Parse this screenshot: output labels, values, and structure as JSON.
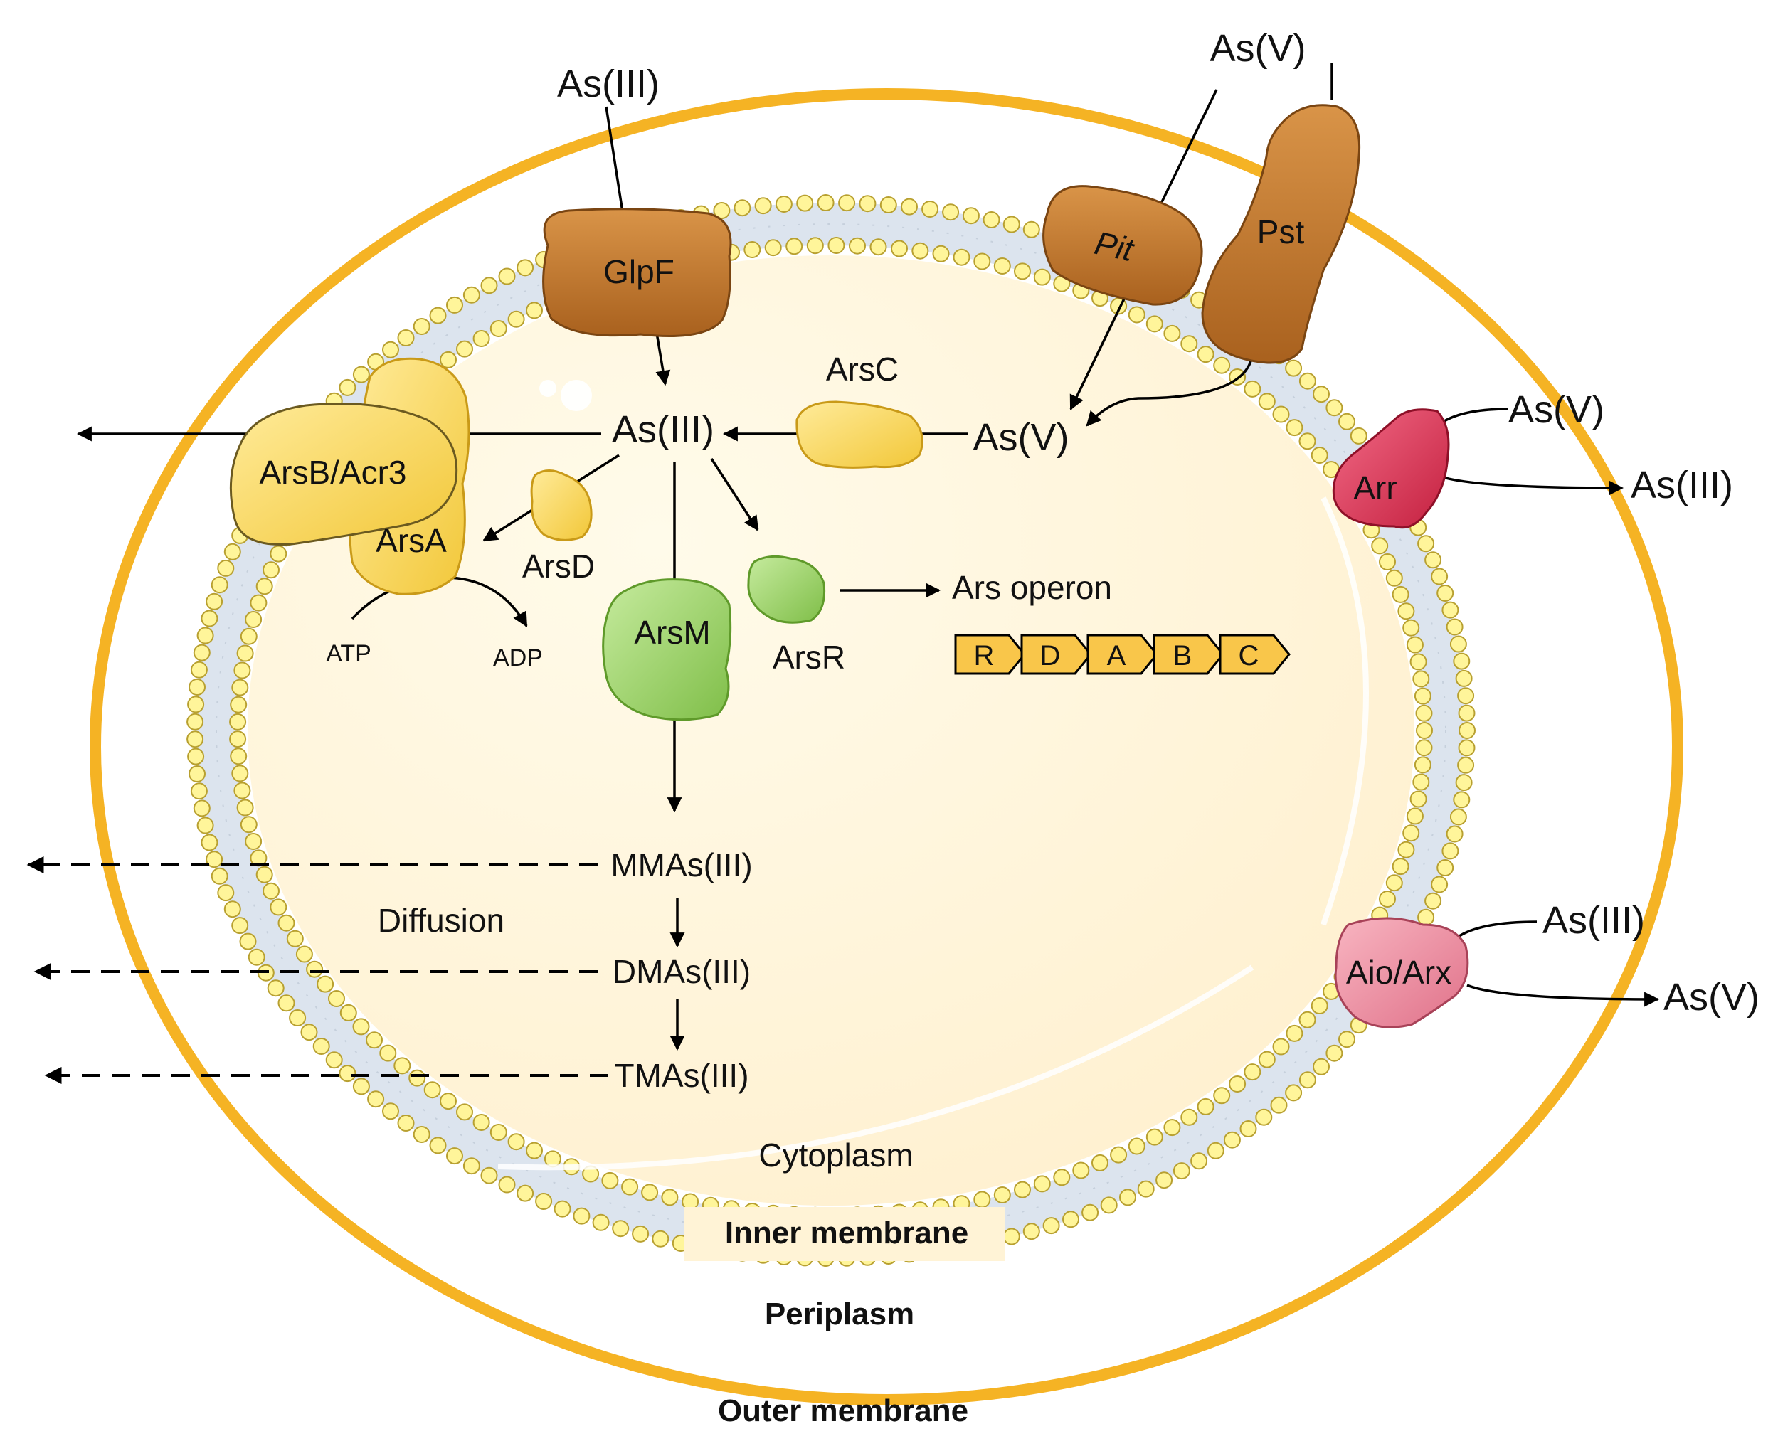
{
  "labels": {
    "glpf_in": "As(III)",
    "pit_pst_in": "As(V)",
    "glpf": "GlpF",
    "pit": "Pit",
    "pst": "Pst",
    "arsc": "ArsC",
    "asiii_center": "As(III)",
    "asv_center": "As(V)",
    "arsb": "ArsB/Acr3",
    "arsa": "ArsA",
    "arsd": "ArsD",
    "arsm": "ArsM",
    "arsr": "ArsR",
    "ars_operon": "Ars operon",
    "atp": "ATP",
    "adp": "ADP",
    "arr": "Arr",
    "arr_in": "As(V)",
    "arr_out": "As(III)",
    "aio": "Aio/Arx",
    "aio_in": "As(III)",
    "aio_out": "As(V)",
    "mmas": "MMAs(III)",
    "dmas": "DMAs(III)",
    "tmas": "TMAs(III)",
    "diffusion": "Diffusion",
    "cytoplasm": "Cytoplasm",
    "inner_membrane": "Inner membrane",
    "periplasm": "Periplasm",
    "outer_membrane": "Outer membrane"
  },
  "operon_genes": [
    "R",
    "D",
    "A",
    "B",
    "C"
  ],
  "colors": {
    "outer_membrane": "#F5B324",
    "periplasm_bg": "#FFFFFF",
    "cytoplasm": "#FFF3D6",
    "lipid_head": "#FFF59A",
    "lipid_head_stroke": "#B8A030",
    "lipid_tail": "#DCE4EE",
    "transporter_brown": "#C27A2C",
    "yellow_protein": "#FFDD66",
    "green_protein": "#9ED56E",
    "arr_red": "#E0405E",
    "aio_pink": "#EE8FA0",
    "gene_box": "#F9C64A"
  }
}
